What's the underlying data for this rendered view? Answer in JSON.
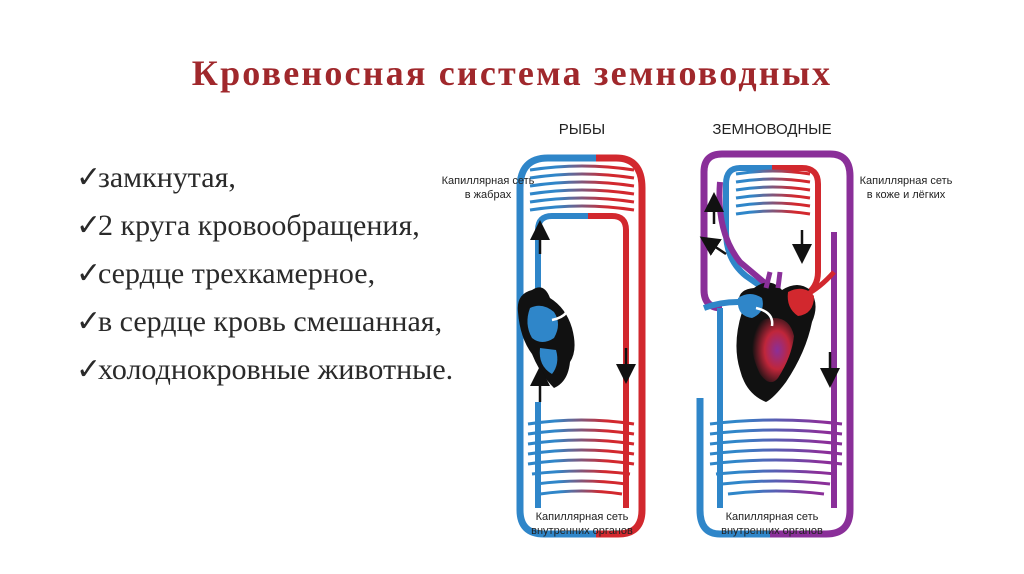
{
  "slide": {
    "title": "Кровеносная система земноводных",
    "bullets": [
      "замкнутая,",
      "2 круга кровообращения,",
      "сердце трехкамерное,",
      "в сердце кровь смешанная,",
      "холоднокровные животные."
    ],
    "bullet_mark": "✓"
  },
  "diagram": {
    "fish": {
      "heading": "РЫБЫ",
      "top_caption": [
        "Капиллярная сеть",
        "в жабрах"
      ],
      "bottom_caption": [
        "Капиллярная сеть",
        "внутренних органов"
      ]
    },
    "amphibian": {
      "heading": "ЗЕМНОВОДНЫЕ",
      "top_caption": [
        "Капиллярная сеть",
        "в коже и лёгких"
      ],
      "bottom_caption": [
        "Капиллярная сеть",
        "внутренних органов"
      ]
    },
    "colors": {
      "venous": "#2f86c9",
      "arterial": "#d2282e",
      "mixed": "#8a2f99",
      "heart": "#111111",
      "arrow": "#111111"
    }
  }
}
